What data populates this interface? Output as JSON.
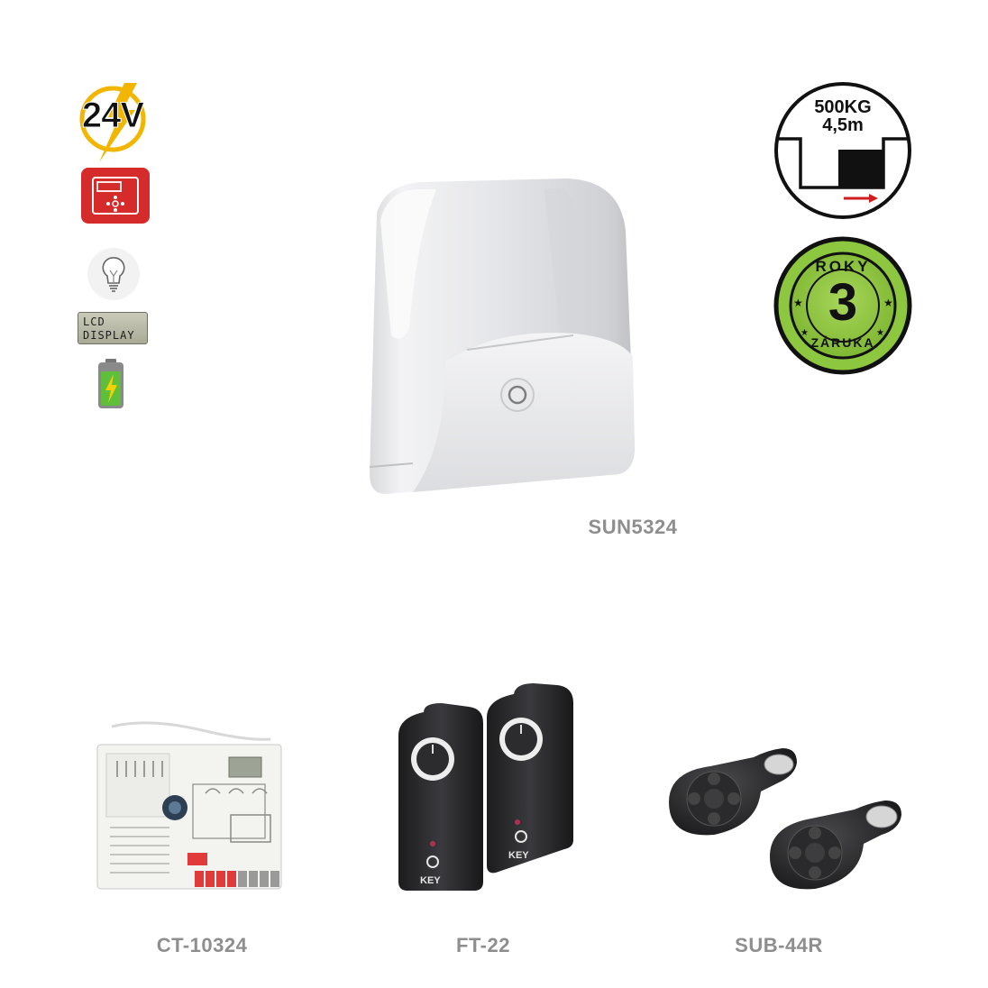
{
  "badges": {
    "voltage": "24V",
    "lcd_line1": "LCD",
    "lcd_line2": "DISPLAY",
    "capacity_weight": "500KG",
    "capacity_length": "4,5m",
    "warranty_top": "ROKY",
    "warranty_number": "3",
    "warranty_bottom": "ZÁRUKA"
  },
  "products": {
    "motor": "SUN5324",
    "control_board": "CT-10324",
    "photocells": "FT-22",
    "remotes": "SUB-44R"
  },
  "icons": [
    "lightning-24v-icon",
    "control-panel-icon",
    "light-bulb-icon",
    "lcd-display-icon",
    "battery-icon",
    "gate-capacity-icon",
    "warranty-seal-icon",
    "key-logo-icon"
  ],
  "colors": {
    "warranty_green": "#8dc63f",
    "panel_red": "#d52b2b",
    "caption_gray": "#8e8e8e",
    "bolt_yellow": "#f2b600"
  }
}
